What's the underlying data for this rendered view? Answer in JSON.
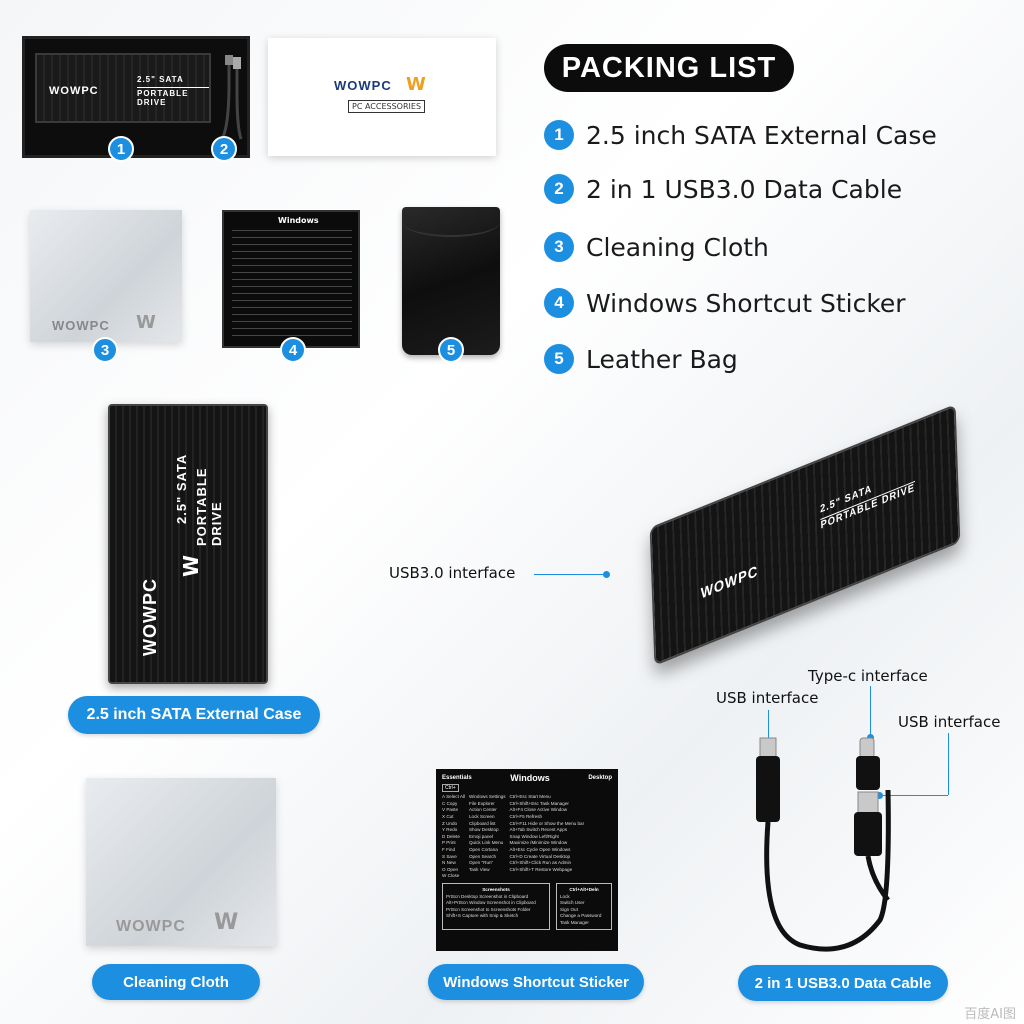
{
  "brand": {
    "name": "WOWPC",
    "accessories_label": "PC ACCESSORIES",
    "drive_label_top": "2.5\" SATA",
    "drive_label_bottom": "PORTABLE DRIVE"
  },
  "colors": {
    "accent": "#1d8fe0",
    "dark": "#0c0c0c"
  },
  "packing_list": {
    "title": "PACKING LIST",
    "items": [
      {
        "num": "1",
        "label": "2.5 inch SATA External Case"
      },
      {
        "num": "2",
        "label": "2 in 1 USB3.0 Data Cable"
      },
      {
        "num": "3",
        "label": "Cleaning Cloth"
      },
      {
        "num": "4",
        "label": "Windows Shortcut Sticker"
      },
      {
        "num": "5",
        "label": "Leather Bag"
      }
    ]
  },
  "badges": [
    "1",
    "2",
    "3",
    "4",
    "5"
  ],
  "callouts": {
    "usb30": "USB3.0 interface",
    "typec": "Type-c interface",
    "usb_left": "USB interface",
    "usb_right": "USB interface"
  },
  "captions": {
    "case": "2.5 inch SATA External Case",
    "cloth": "Cleaning Cloth",
    "sticker": "Windows Shortcut Sticker",
    "cable": "2 in 1 USB3.0 Data Cable"
  },
  "sticker": {
    "essentials": "Essentials",
    "title": "Windows",
    "desktop": "Desktop",
    "ctrl_key": "Ctrl+",
    "col1": [
      "A Select All",
      "C Copy",
      "V Paste",
      "X Cut",
      "Z Undo",
      "Y Redo",
      "D Delete",
      "P Print",
      "F Find",
      "S Save",
      "N New",
      "O Open",
      "W Close"
    ],
    "col2": [
      "Windows Settings",
      "File Explorer",
      "Action Center",
      "Lock Screen",
      "Clipboard list",
      "Show Desktop",
      "Emoji panel",
      "Quick Link Menu",
      "Open Cortana",
      "Open Search",
      "Open \"Run\"",
      "Task View"
    ],
    "col3": [
      "Ctrl+Esc Start Menu",
      "Ctrl+Shift+Esc Task Manager",
      "Alt+F4 Close Active Window",
      "Ctrl+F5 Refresh",
      "Ctrl+F11 Hide or Show the Menu bar",
      "Alt+Tab Switch Recent Apps",
      "Snap Window Left/Right",
      "Maximize /Minimize Window",
      "Alt+Esc Cycle Open Windows",
      "Ctrl+D Create Virtual Desktop",
      "Ctrl+Shift+Click Run as Admin",
      "Ctrl+Shift+T Restore Webpage"
    ],
    "screenshots_title": "Screenshots",
    "screenshots": [
      "PrtScn Desktop Screenshot in Clipboard",
      "Alt+PrtScn Window Screenshot in Clipboard",
      "PrtScn Screenshot to Screenshots Folder",
      "Shift+S Capture with Snip & Sketch"
    ],
    "cad_title": "Ctrl+Alt+Deln",
    "cad": [
      "Lock",
      "Switch User",
      "Sign Out",
      "Change a Password",
      "Task Manager"
    ]
  },
  "watermark": "百度AI图"
}
